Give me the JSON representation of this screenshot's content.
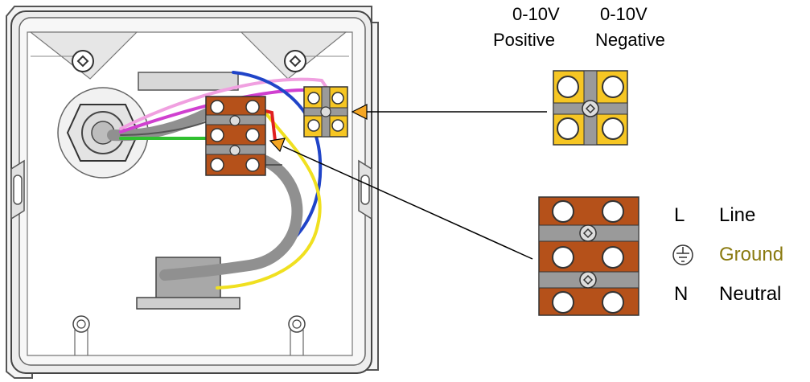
{
  "labels": {
    "positive_line1": "0-10V",
    "positive_line2": "Positive",
    "negative_line1": "0-10V",
    "negative_line2": "Negative"
  },
  "legend": [
    {
      "symbol": "L",
      "text": "Line",
      "color": "#000000"
    },
    {
      "symbol": "ground-symbol-icon",
      "text": "Ground",
      "color": "#8a7a10"
    },
    {
      "symbol": "N",
      "text": "Neutral",
      "color": "#000000"
    }
  ],
  "colors": {
    "enclosure_outline": "#555555",
    "enclosure_fill": "#f2f2f2",
    "terminal_brown": "#b5511a",
    "terminal_yellow": "#f6c623",
    "terminal_gray": "#9a9a9a",
    "wire_blue": "#2044c8",
    "wire_yellow": "#f0e020",
    "wire_red": "#e02020",
    "wire_green": "#30c030",
    "wire_magenta": "#d040d0",
    "wire_pink": "#f0a0e0",
    "cable_gray": "#909090",
    "arrow_fill": "#f5a623"
  }
}
